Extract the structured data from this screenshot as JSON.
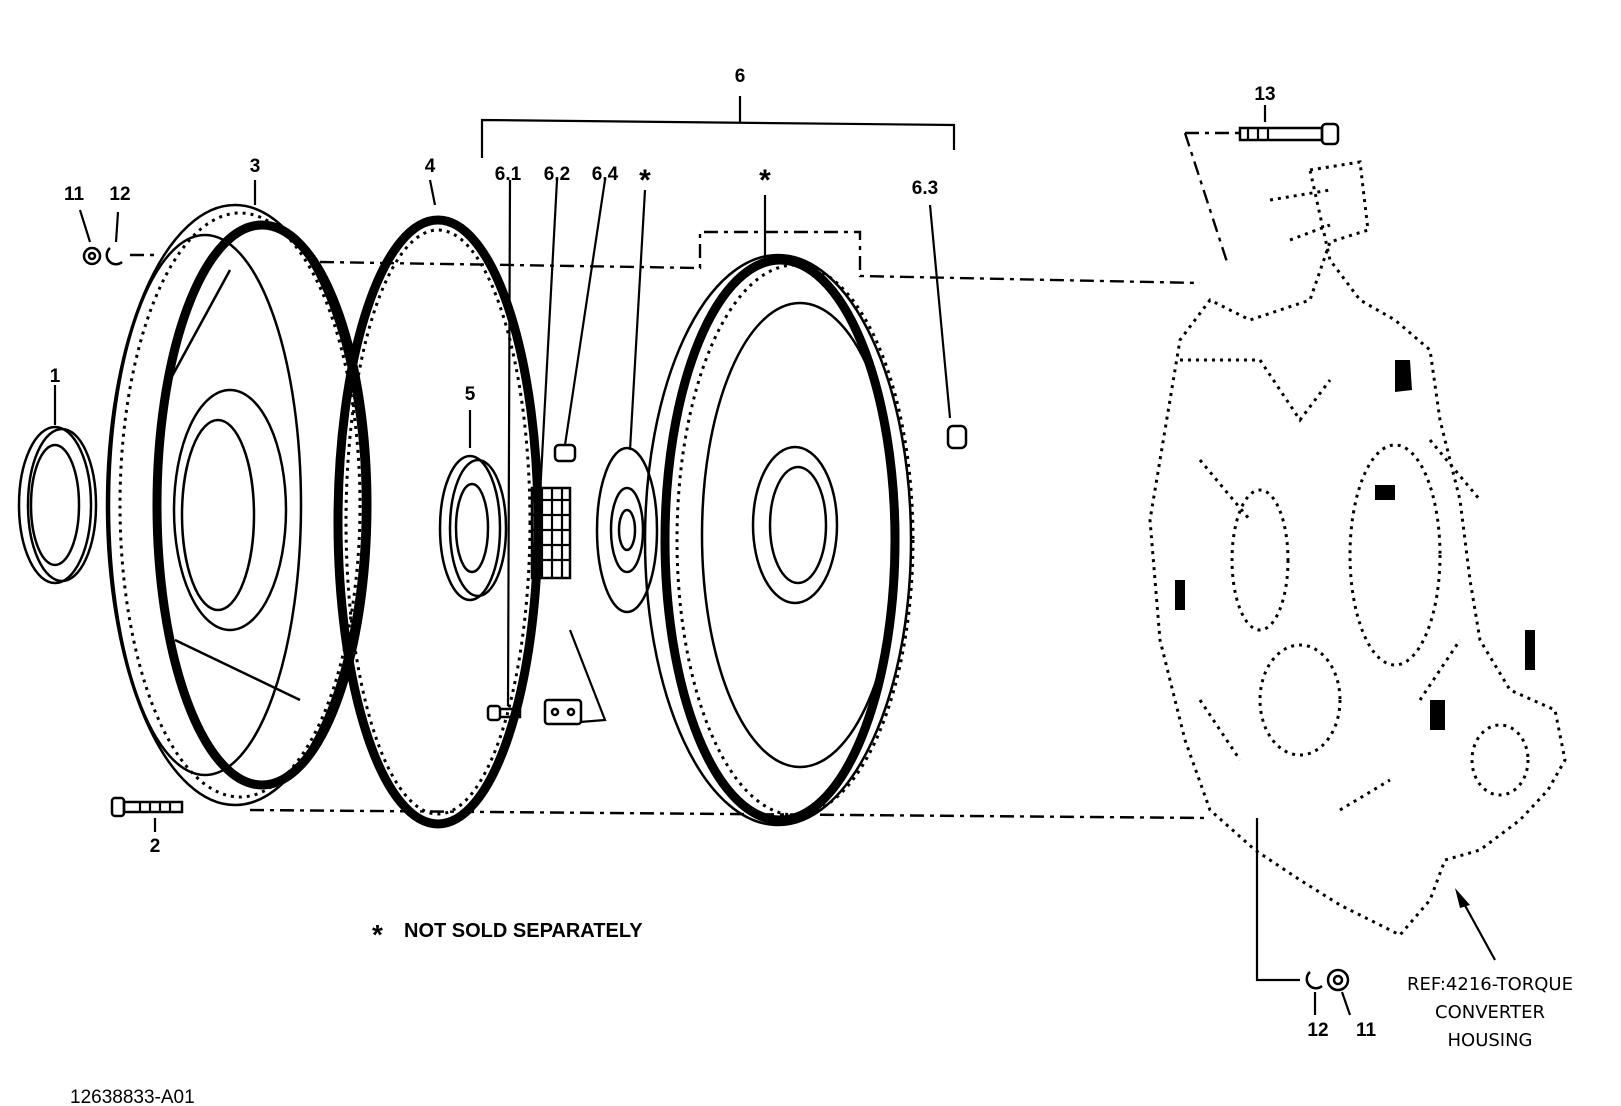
{
  "diagram": {
    "callouts": {
      "c1": "1",
      "c2": "2",
      "c3": "3",
      "c4": "4",
      "c5": "5",
      "c6": "6",
      "c6_1": "6.1",
      "c6_2": "6.2",
      "c6_3": "6.3",
      "c6_4": "6.4",
      "c11_top": "11",
      "c12_top": "12",
      "c11_bottom": "11",
      "c12_bottom": "12",
      "c13": "13",
      "star_a": "*",
      "star_b": "*"
    },
    "note": {
      "symbol": "*",
      "text": "NOT SOLD SEPARATELY"
    },
    "reference": {
      "line1": "REF:4216-TORQUE",
      "line2": "CONVERTER",
      "line3": "HOUSING"
    },
    "part_number": "12638833-A01"
  }
}
